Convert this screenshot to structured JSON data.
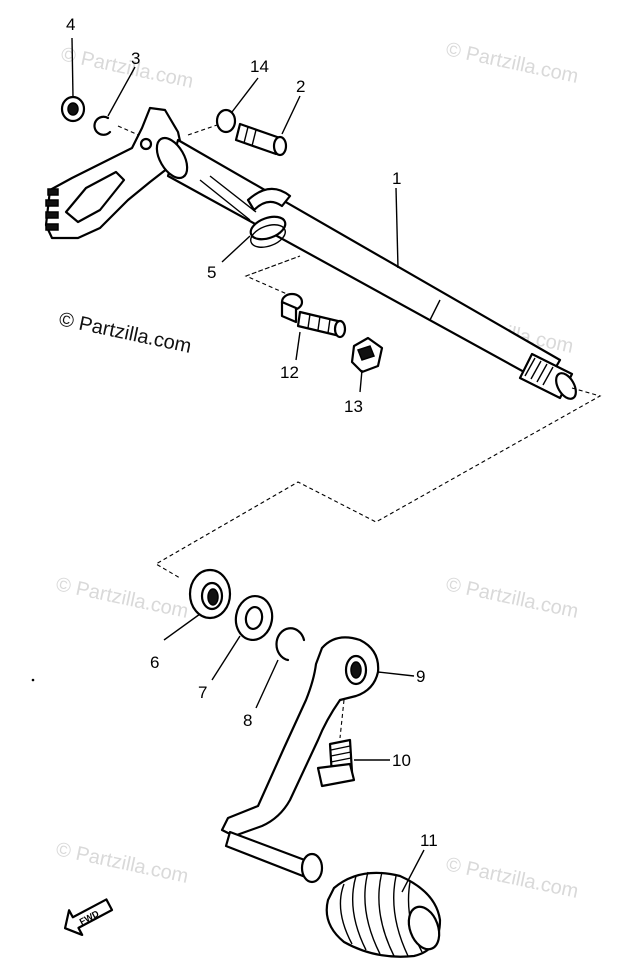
{
  "watermarks": {
    "main": "© Partzilla.com",
    "faint": "© Partzilla.com"
  },
  "callouts": {
    "p1": "1",
    "p2": "2",
    "p3": "3",
    "p4": "4",
    "p5": "5",
    "p6": "6",
    "p7": "7",
    "p8": "8",
    "p9": "9",
    "p10": "10",
    "p11": "11",
    "p12": "12",
    "p13": "13",
    "p14": "14"
  },
  "direction_arrow": "FWD"
}
